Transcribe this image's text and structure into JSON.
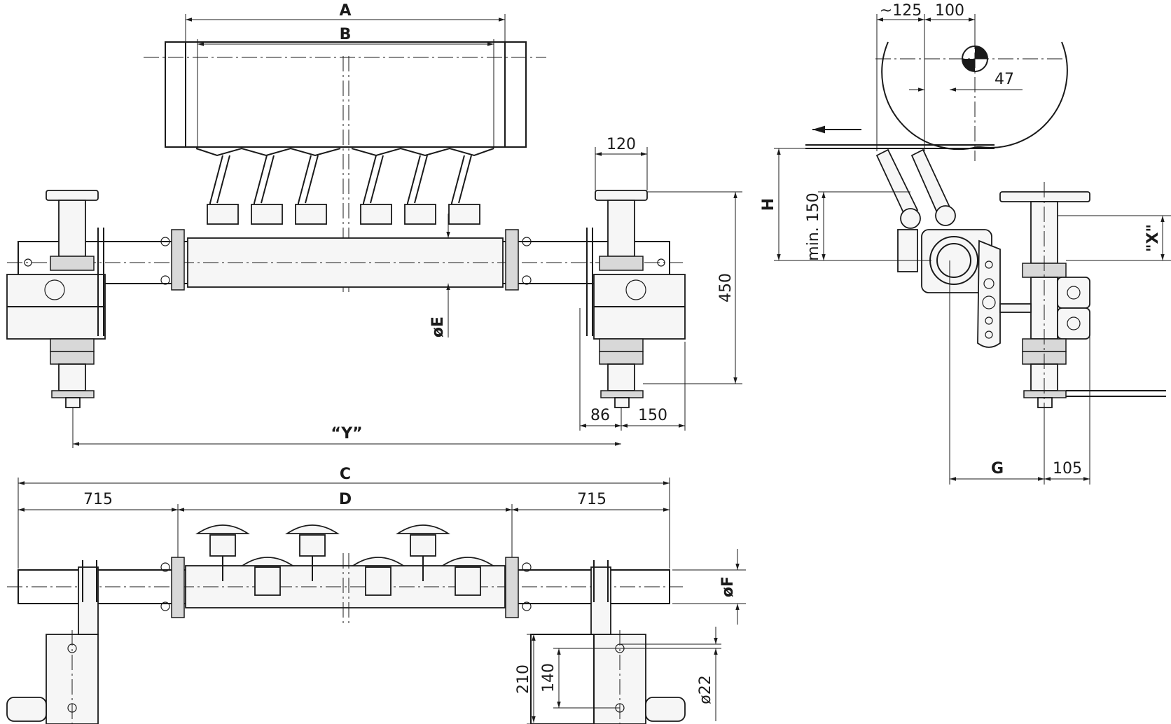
{
  "labels": {
    "A": "A",
    "B": "B",
    "C": "C",
    "D": "D",
    "E": "øE",
    "F": "øF",
    "G": "G",
    "H": "H",
    "X": "\"X\"",
    "Y": "“Y”"
  },
  "dimensions": {
    "d120": "120",
    "d450": "450",
    "d86": "86",
    "d150": "150",
    "d715_left": "715",
    "d715_right": "715",
    "d210": "210",
    "d140": "140",
    "d22": "ø22",
    "d125": "~125",
    "d100": "100",
    "d47": "47",
    "min150": "min. 150",
    "d105": "105"
  }
}
